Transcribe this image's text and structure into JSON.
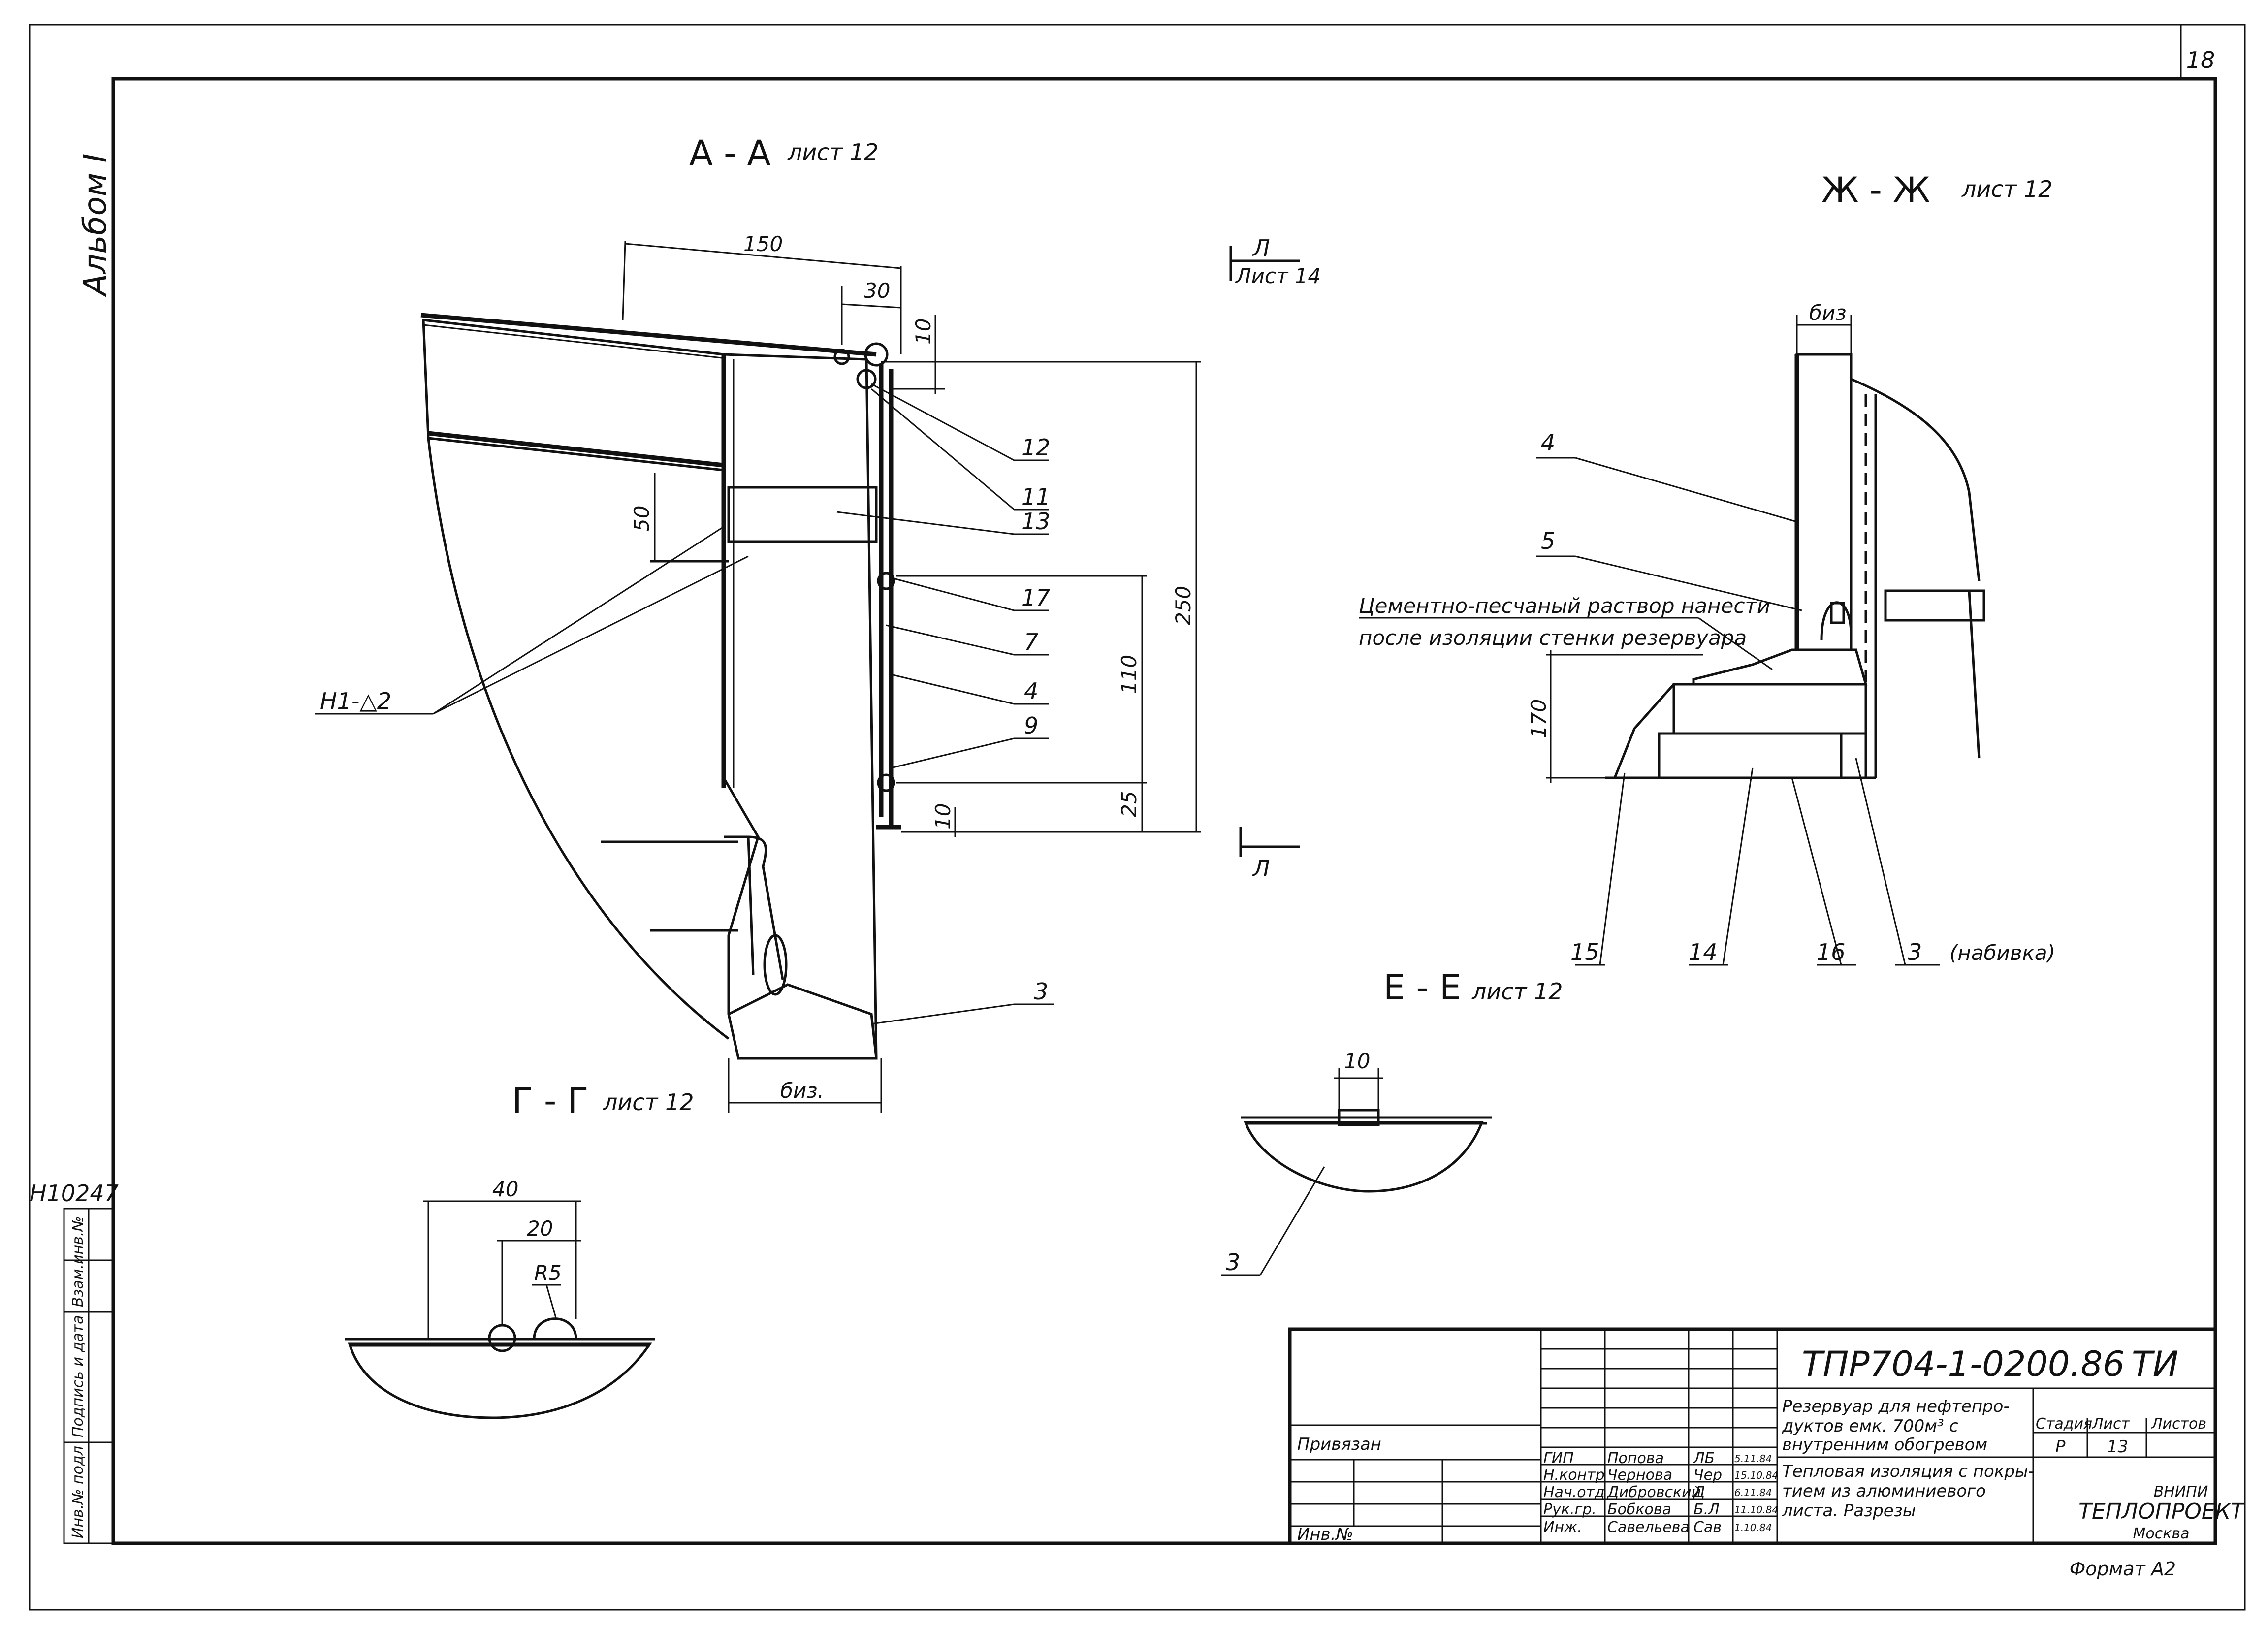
{
  "sheet": {
    "page_number": "18",
    "album": "Альбом I",
    "inventory_number": "Н10247",
    "format": "Формат А2",
    "side_stamp": [
      "Инв.№ подл",
      "Подпись и дата",
      "Взам.инв.№"
    ]
  },
  "section_aa": {
    "title": "А - А",
    "sheet_ref": "лист 12",
    "dims": {
      "d150": "150",
      "d30": "30",
      "d10_top": "10",
      "d50": "50",
      "d250": "250",
      "d110": "110",
      "d25": "25",
      "d10_bottom": "10",
      "biz": "биз."
    },
    "callouts": {
      "c12": "12",
      "c11": "11",
      "c13": "13",
      "c17": "17",
      "c7": "7",
      "c4": "4",
      "c9": "9",
      "c3": "3"
    },
    "weld_label": "Н1-△2",
    "cut_top": "Л",
    "cut_top_ref": "Лист 14",
    "cut_bottom": "Л"
  },
  "section_zhzh": {
    "title": "Ж - Ж",
    "sheet_ref": "лист 12",
    "dims": {
      "biz": "биз",
      "d170": "170"
    },
    "callouts": {
      "c4": "4",
      "c5": "5",
      "c15": "15",
      "c14": "14",
      "c16": "16",
      "c3": "3",
      "c3_note": "(набивка)"
    },
    "note_line1": "Цементно-песчаный раствор нанести",
    "note_line2": "после изоляции стенки резервуара"
  },
  "section_ee": {
    "title": "Е - Е",
    "sheet_ref": "лист 12",
    "dims": {
      "d10": "10"
    },
    "callouts": {
      "c3": "3"
    }
  },
  "section_gg": {
    "title": "Г - Г",
    "sheet_ref": "лист 12",
    "dims": {
      "d40": "40",
      "d20": "20",
      "r5": "R5"
    }
  },
  "title_block": {
    "doc_code": "ТПР704-1-0200.86",
    "doc_type": "ТИ",
    "object_title": [
      "Резервуар для нефтепро-",
      "дуктов емк. 700м³ с",
      "внутренним обогревом"
    ],
    "sheet_title": [
      "Тепловая изоляция с покры-",
      "тием из алюминиевого",
      "листа.  Разрезы"
    ],
    "headers": {
      "stage": "Стадия",
      "sheet": "Лист",
      "sheets": "Листов"
    },
    "values": {
      "stage": "Р",
      "sheet": "13",
      "sheets": ""
    },
    "org": [
      "ВНИПИ",
      "ТЕПЛОПРОЕКТ",
      "Москва"
    ],
    "privyazan": "Привязан",
    "inv": "Инв.№",
    "signatures": [
      {
        "role": "ГИП",
        "name": "Попова",
        "sign": "ЛБ",
        "date": "5.11.84"
      },
      {
        "role": "Н.контр",
        "name": "Чернова",
        "sign": "Чер",
        "date": "15.10.84"
      },
      {
        "role": "Нач.отд",
        "name": "Дибровский",
        "sign": "Д",
        "date": "6.11.84"
      },
      {
        "role": "Рук.гр.",
        "name": "Бобкова",
        "sign": "Б.Л",
        "date": "11.10.84"
      },
      {
        "role": "Инж.",
        "name": "Савельева",
        "sign": "Сав",
        "date": "1.10.84"
      }
    ]
  }
}
